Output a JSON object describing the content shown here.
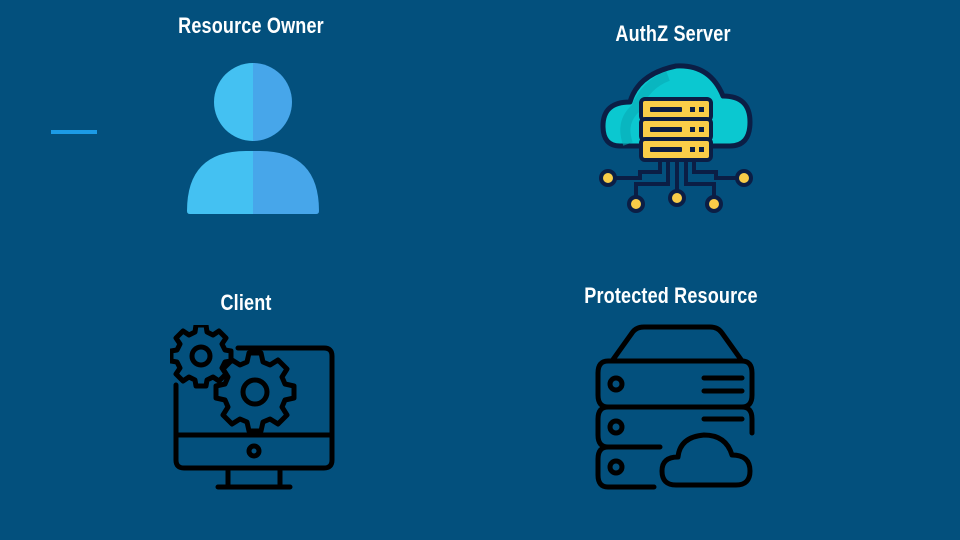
{
  "slide": {
    "background": "#03507d",
    "accent_dash_color": "#1c9be6",
    "nodes": [
      {
        "id": "resource-owner",
        "label": "Resource Owner",
        "icon": "person-icon"
      },
      {
        "id": "authz-server",
        "label": "AuthZ Server",
        "icon": "cloud-server-icon"
      },
      {
        "id": "client",
        "label": "Client",
        "icon": "monitor-gears-icon"
      },
      {
        "id": "protected-resource",
        "label": "Protected Resource",
        "icon": "server-cloud-icon"
      }
    ]
  }
}
